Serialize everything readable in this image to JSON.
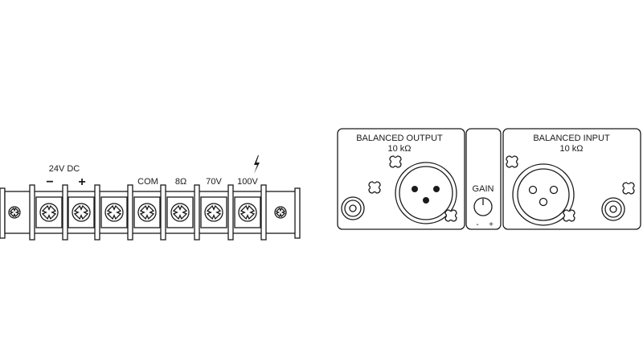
{
  "terminal_block": {
    "supply_label": "24V DC",
    "minus": "−",
    "plus": "+",
    "com": "COM",
    "ohm8": "8Ω",
    "v70": "70V",
    "v100": "100V",
    "hazard_icon": "lightning-bolt-icon"
  },
  "output_panel": {
    "title": "BALANCED OUTPUT",
    "impedance": "10 kΩ"
  },
  "gain_panel": {
    "label": "GAIN",
    "minus": "-",
    "plus": "+"
  },
  "input_panel": {
    "title": "BALANCED INPUT",
    "impedance": "10 kΩ"
  },
  "colors": {
    "line": "#1a1a1a",
    "background": "#ffffff"
  }
}
